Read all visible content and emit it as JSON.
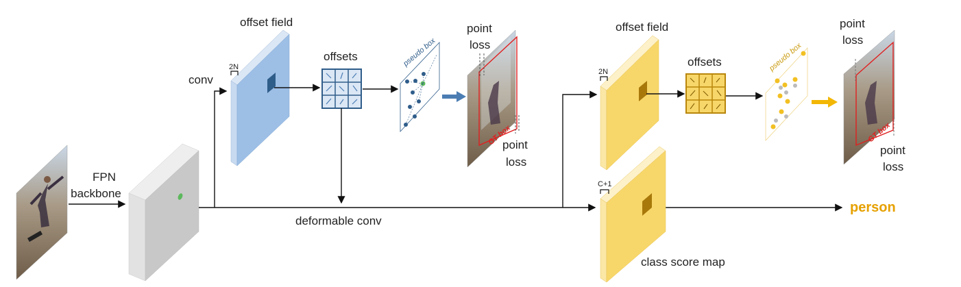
{
  "labels": {
    "fpn_line1": "FPN",
    "fpn_line2": "backbone",
    "conv": "conv",
    "offset_field_1": "offset field",
    "dim_2n_1": "2N",
    "offsets_1": "offsets",
    "pseudo_box_1": "pseudo box",
    "point_loss_top_1a": "point",
    "point_loss_top_1b": "loss",
    "gt_box_1": "GT box",
    "point_loss_bottom_1a": "point",
    "point_loss_bottom_1b": "loss",
    "deformable_conv": "deformable conv",
    "offset_field_2": "offset field",
    "dim_2n_2": "2N",
    "offsets_2": "offsets",
    "pseudo_box_2": "pseudo box",
    "point_loss_top_2a": "point",
    "point_loss_top_2b": "loss",
    "gt_box_2": "GT box",
    "point_loss_bottom_2a": "point",
    "point_loss_bottom_2b": "loss",
    "dim_c1": "C+1",
    "class_score_map": "class score map",
    "person": "person"
  },
  "colors": {
    "blue_face": "#9dbfe6",
    "blue_side": "#c7daf0",
    "blue_dark": "#2f5d8a",
    "yellow_face": "#f8d76a",
    "yellow_side": "#fbe7a6",
    "yellow_dark": "#b8860b",
    "gray_face": "#c8c8c8",
    "gray_side": "#e2e2e2",
    "green_dot": "#5cb85c",
    "person_text": "#e6a100",
    "gt_red": "#e02020"
  }
}
